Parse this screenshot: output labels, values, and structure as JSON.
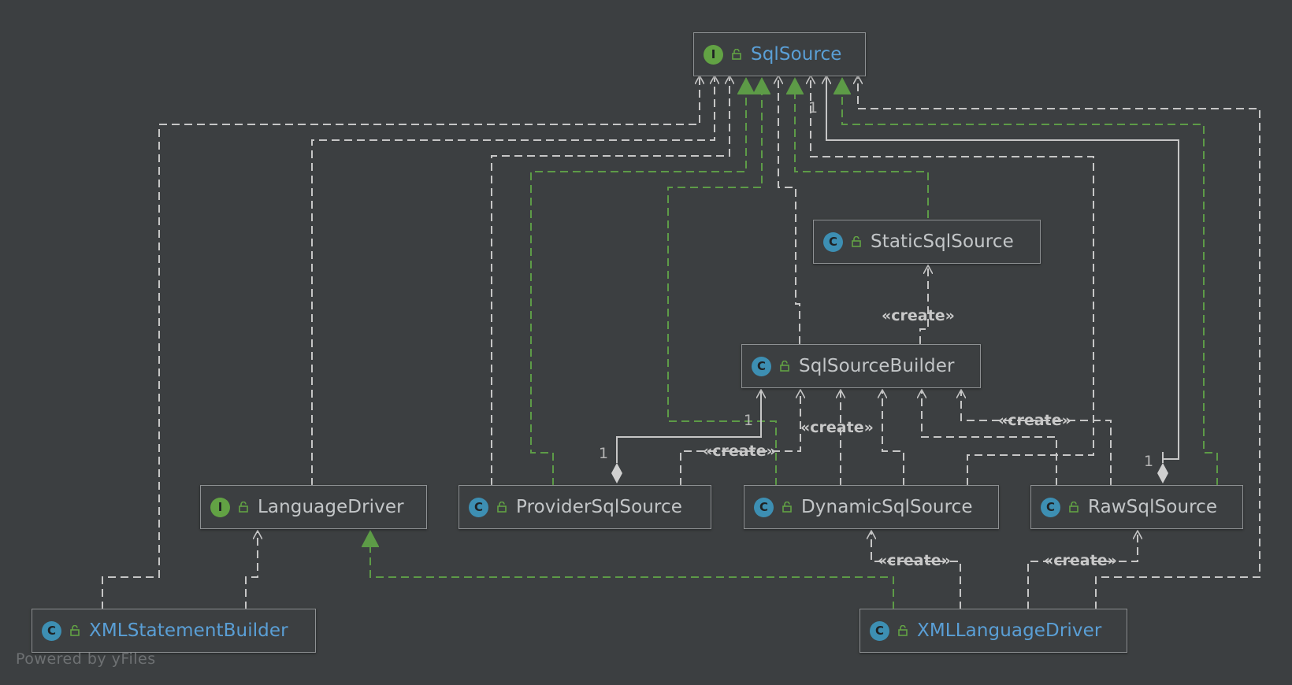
{
  "nodes": {
    "sql_source": {
      "label": "SqlSource",
      "kind": "I"
    },
    "static_sql_source": {
      "label": "StaticSqlSource",
      "kind": "C"
    },
    "sql_source_builder": {
      "label": "SqlSourceBuilder",
      "kind": "C"
    },
    "language_driver": {
      "label": "LanguageDriver",
      "kind": "I"
    },
    "provider_sql_source": {
      "label": "ProviderSqlSource",
      "kind": "C"
    },
    "dynamic_sql_source": {
      "label": "DynamicSqlSource",
      "kind": "C"
    },
    "raw_sql_source": {
      "label": "RawSqlSource",
      "kind": "C"
    },
    "xml_statement_builder": {
      "label": "XMLStatementBuilder",
      "kind": "C"
    },
    "xml_language_driver": {
      "label": "XMLLanguageDriver",
      "kind": "C"
    }
  },
  "edge_labels": {
    "create_static": "«create»",
    "create_builder_dynamic": "«create»",
    "create_builder_provider": "«create»",
    "create_builder_raw": "«create»",
    "create_xml_dynamic": "«create»",
    "create_xml_raw": "«create»"
  },
  "multiplicity": {
    "dynamic_sqlsource": "1",
    "builder_end": "1",
    "provider_end": "1",
    "raw_end": "1"
  },
  "watermark": "Powered by yFiles",
  "colors": {
    "background": "#3c3f41",
    "node_border": "#8e9193",
    "dependency": "#c6c6c6",
    "realization": "#5d9b47",
    "interface_badge": "#62a244",
    "class_badge": "#3d8fb3",
    "link_text": "#5a9fd6"
  },
  "icons": {
    "interface": "interface-badge-icon",
    "class": "class-badge-icon",
    "visibility": "public-lock-icon"
  }
}
